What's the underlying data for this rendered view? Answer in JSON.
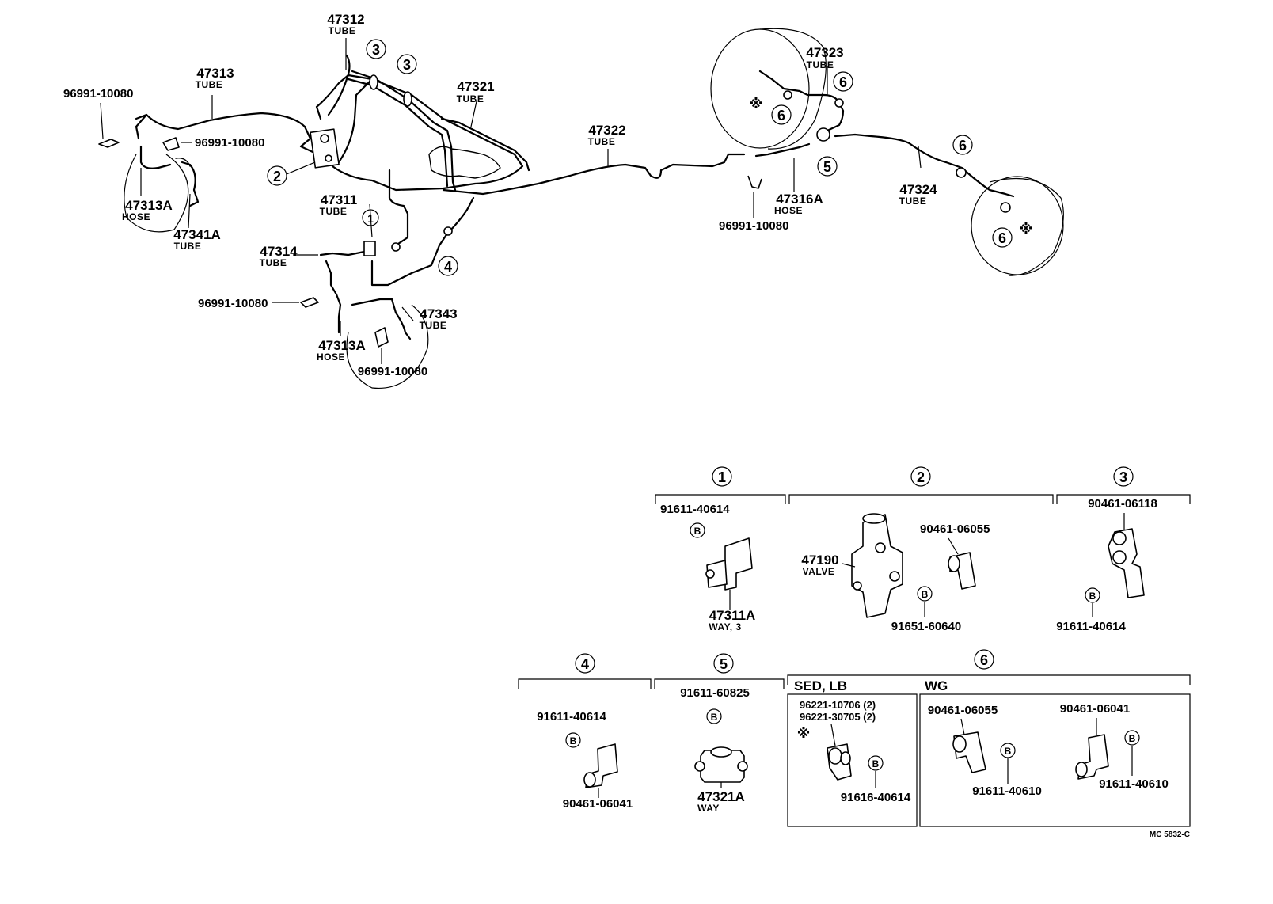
{
  "main_labels": {
    "l47312": {
      "num": "47312",
      "sub": "TUBE"
    },
    "l47313": {
      "num": "47313",
      "sub": "TUBE"
    },
    "l47321": {
      "num": "47321",
      "sub": "TUBE"
    },
    "l47322": {
      "num": "47322",
      "sub": "TUBE"
    },
    "l47323": {
      "num": "47323",
      "sub": "TUBE"
    },
    "l47311": {
      "num": "47311",
      "sub": "TUBE"
    },
    "l47314": {
      "num": "47314",
      "sub": "TUBE"
    },
    "l47313a_left": {
      "num": "47313A",
      "sub": "HOSE"
    },
    "l47341a": {
      "num": "47341A",
      "sub": "TUBE"
    },
    "l47313a_bottom": {
      "num": "47313A",
      "sub": "HOSE"
    },
    "l47343": {
      "num": "47343",
      "sub": "TUBE"
    },
    "l47316a": {
      "num": "47316A",
      "sub": "HOSE"
    },
    "l47324": {
      "num": "47324",
      "sub": "TUBE"
    },
    "c96991_tl": "96991-10080",
    "c96991_l2": "96991-10080",
    "c96991_mid": "96991-10080",
    "c96991_bot": "96991-10080",
    "c96991_right": "96991-10080"
  },
  "callouts": [
    "1",
    "2",
    "3",
    "4",
    "5",
    "6"
  ],
  "asterisk": "※",
  "details": {
    "d1": {
      "num": "1",
      "bolt": "91611-40614",
      "part": "47311A",
      "part_sub": "WAY, 3"
    },
    "d2": {
      "num": "2",
      "valve": "47190",
      "valve_sub": "VALVE",
      "clamp": "90461-06055",
      "bolt": "91651-60640"
    },
    "d3": {
      "num": "3",
      "clamp": "90461-06118",
      "bolt": "91611-40614"
    },
    "d4": {
      "num": "4",
      "bolt": "91611-40614",
      "clamp": "90461-06041"
    },
    "d5": {
      "num": "5",
      "bolt": "91611-60825",
      "part": "47321A",
      "part_sub": "WAY"
    },
    "d6": {
      "num": "6",
      "sed_label": "SED, LB",
      "wg_label": "WG",
      "sed_p1": "96221-10706 (2)",
      "sed_p2": "96221-30705 (2)",
      "sed_bolt": "91616-40614",
      "wg_clamp1": "90461-06055",
      "wg_bolt1": "91611-40610",
      "wg_clamp2": "90461-06041",
      "wg_bolt2": "91611-40610"
    }
  },
  "bolt_mark": "B",
  "ref_code": "MC  5832-C"
}
